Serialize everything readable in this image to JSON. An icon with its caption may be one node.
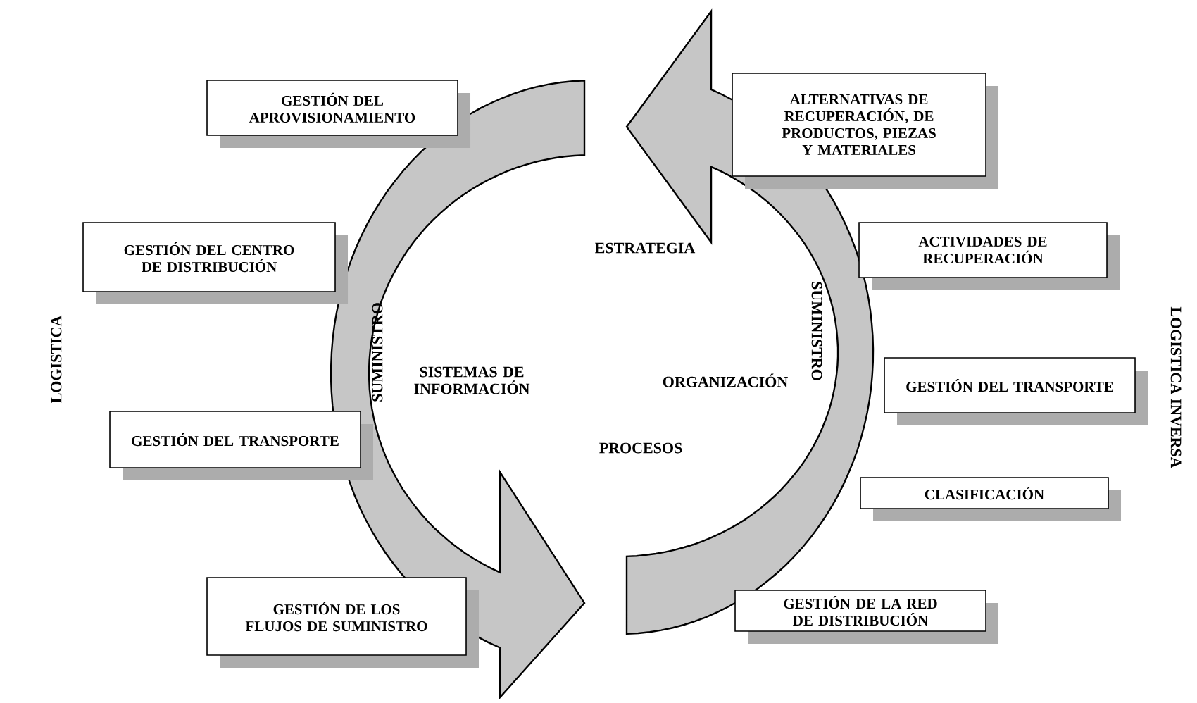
{
  "diagram": {
    "nodes": [
      {
        "text": [
          "GESTIÓN DEL APROVISIONAMIENTO"
        ]
      },
      {
        "text": [
          "GESTIÓN DEL CENTRO DE DISTRIBUCIÓN"
        ]
      },
      {
        "text": [
          "GESTIÓN DEL TRANSPORTE"
        ]
      },
      {
        "text": [
          "GESTIÓN DE LOS FLUJOS DE SUMINISTRO"
        ]
      },
      {
        "text": [
          "ALTERNATIVAS DE RECUPERACIÓN, DE PRODUCTOS, PIEZAS Y MATERIALES"
        ]
      },
      {
        "text": [
          "ACTIVIDADES DE RECUPERACIÓN"
        ]
      },
      {
        "text": [
          "GESTIÓN DEL TRANSPORTE"
        ]
      },
      {
        "text": [
          "CLASIFICACIÓN"
        ]
      },
      {
        "text": [
          "GESTIÓN DE LA RED DE DISTRIBUCIÓN"
        ]
      }
    ],
    "labels": [
      "LOGISTICA",
      "ESTRATEGIA",
      "SUMINISTRO",
      "SISTEMAS DE INFORMACIÓN",
      "ORGANIZACIÓN",
      "SUMINISTRO",
      "PROCESOS",
      "LOGISTICA INVERSA"
    ]
  }
}
